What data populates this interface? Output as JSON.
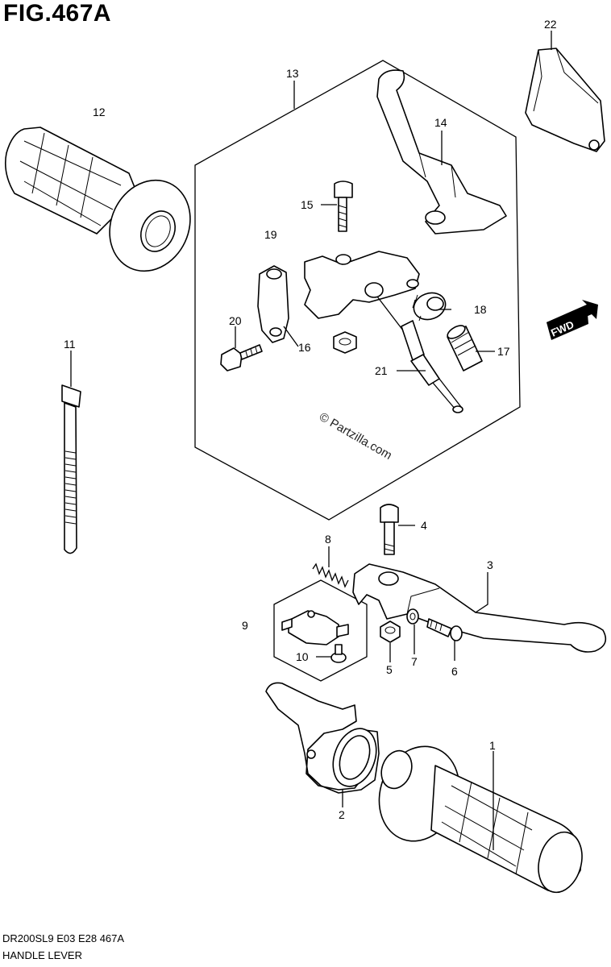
{
  "figure": {
    "title": "FIG.467A",
    "model_code": "DR200SL9  E03  E28  467A",
    "section_name": "HANDLE LEVER",
    "watermark": "© Partzilla.com",
    "fwd_label": "FWD"
  },
  "callouts": [
    {
      "id": "22",
      "label": "22"
    },
    {
      "id": "13",
      "label": "13"
    },
    {
      "id": "12",
      "label": "12"
    },
    {
      "id": "14",
      "label": "14"
    },
    {
      "id": "15",
      "label": "15"
    },
    {
      "id": "19",
      "label": "19"
    },
    {
      "id": "18",
      "label": "18"
    },
    {
      "id": "20",
      "label": "20"
    },
    {
      "id": "16",
      "label": "16"
    },
    {
      "id": "17",
      "label": "17"
    },
    {
      "id": "21",
      "label": "21"
    },
    {
      "id": "11",
      "label": "11"
    },
    {
      "id": "4",
      "label": "4"
    },
    {
      "id": "8",
      "label": "8"
    },
    {
      "id": "3",
      "label": "3"
    },
    {
      "id": "9",
      "label": "9"
    },
    {
      "id": "10",
      "label": "10"
    },
    {
      "id": "5",
      "label": "5"
    },
    {
      "id": "7",
      "label": "7"
    },
    {
      "id": "6",
      "label": "6"
    },
    {
      "id": "1",
      "label": "1"
    },
    {
      "id": "2",
      "label": "2"
    }
  ]
}
